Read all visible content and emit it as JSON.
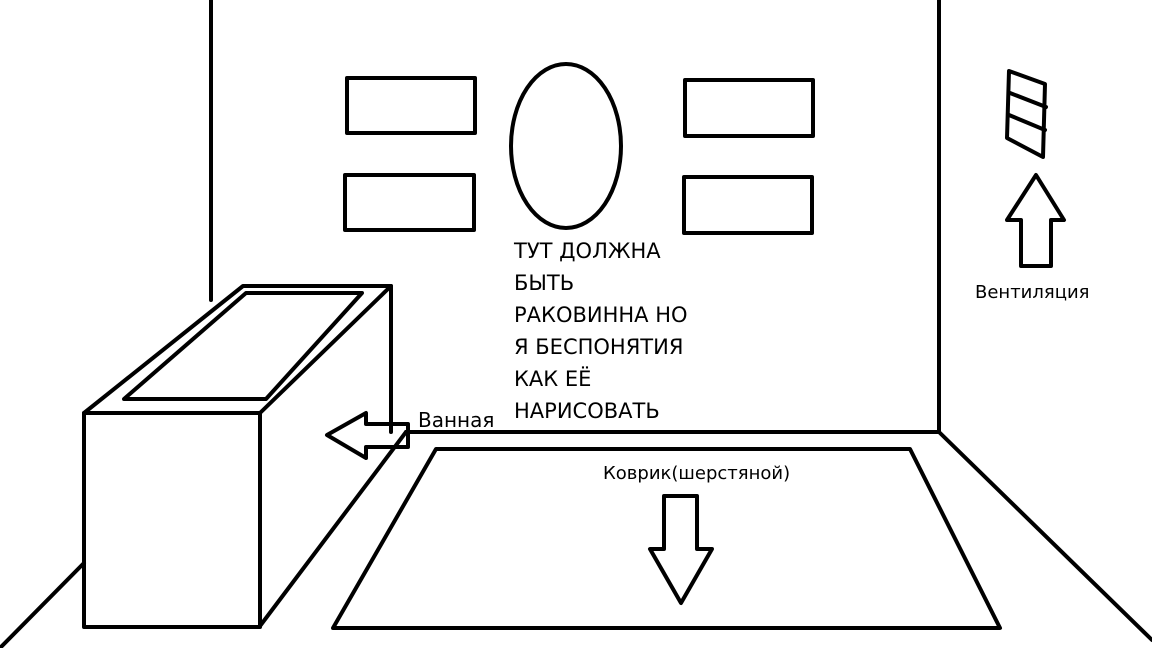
{
  "labels": {
    "ventilation": "Вентиляция",
    "bathtub": "Ванная",
    "rug": "Коврик(шерстяной)"
  },
  "note_lines": [
    "ТУТ ДОЛЖНА",
    "БЫТЬ",
    "РАКОВИННА НО",
    "Я БЕСПОНЯТИЯ",
    "КАК ЕЁ",
    "НАРИСОВАТЬ"
  ],
  "colors": {
    "ink": "#000000",
    "background": "#ffffff"
  }
}
